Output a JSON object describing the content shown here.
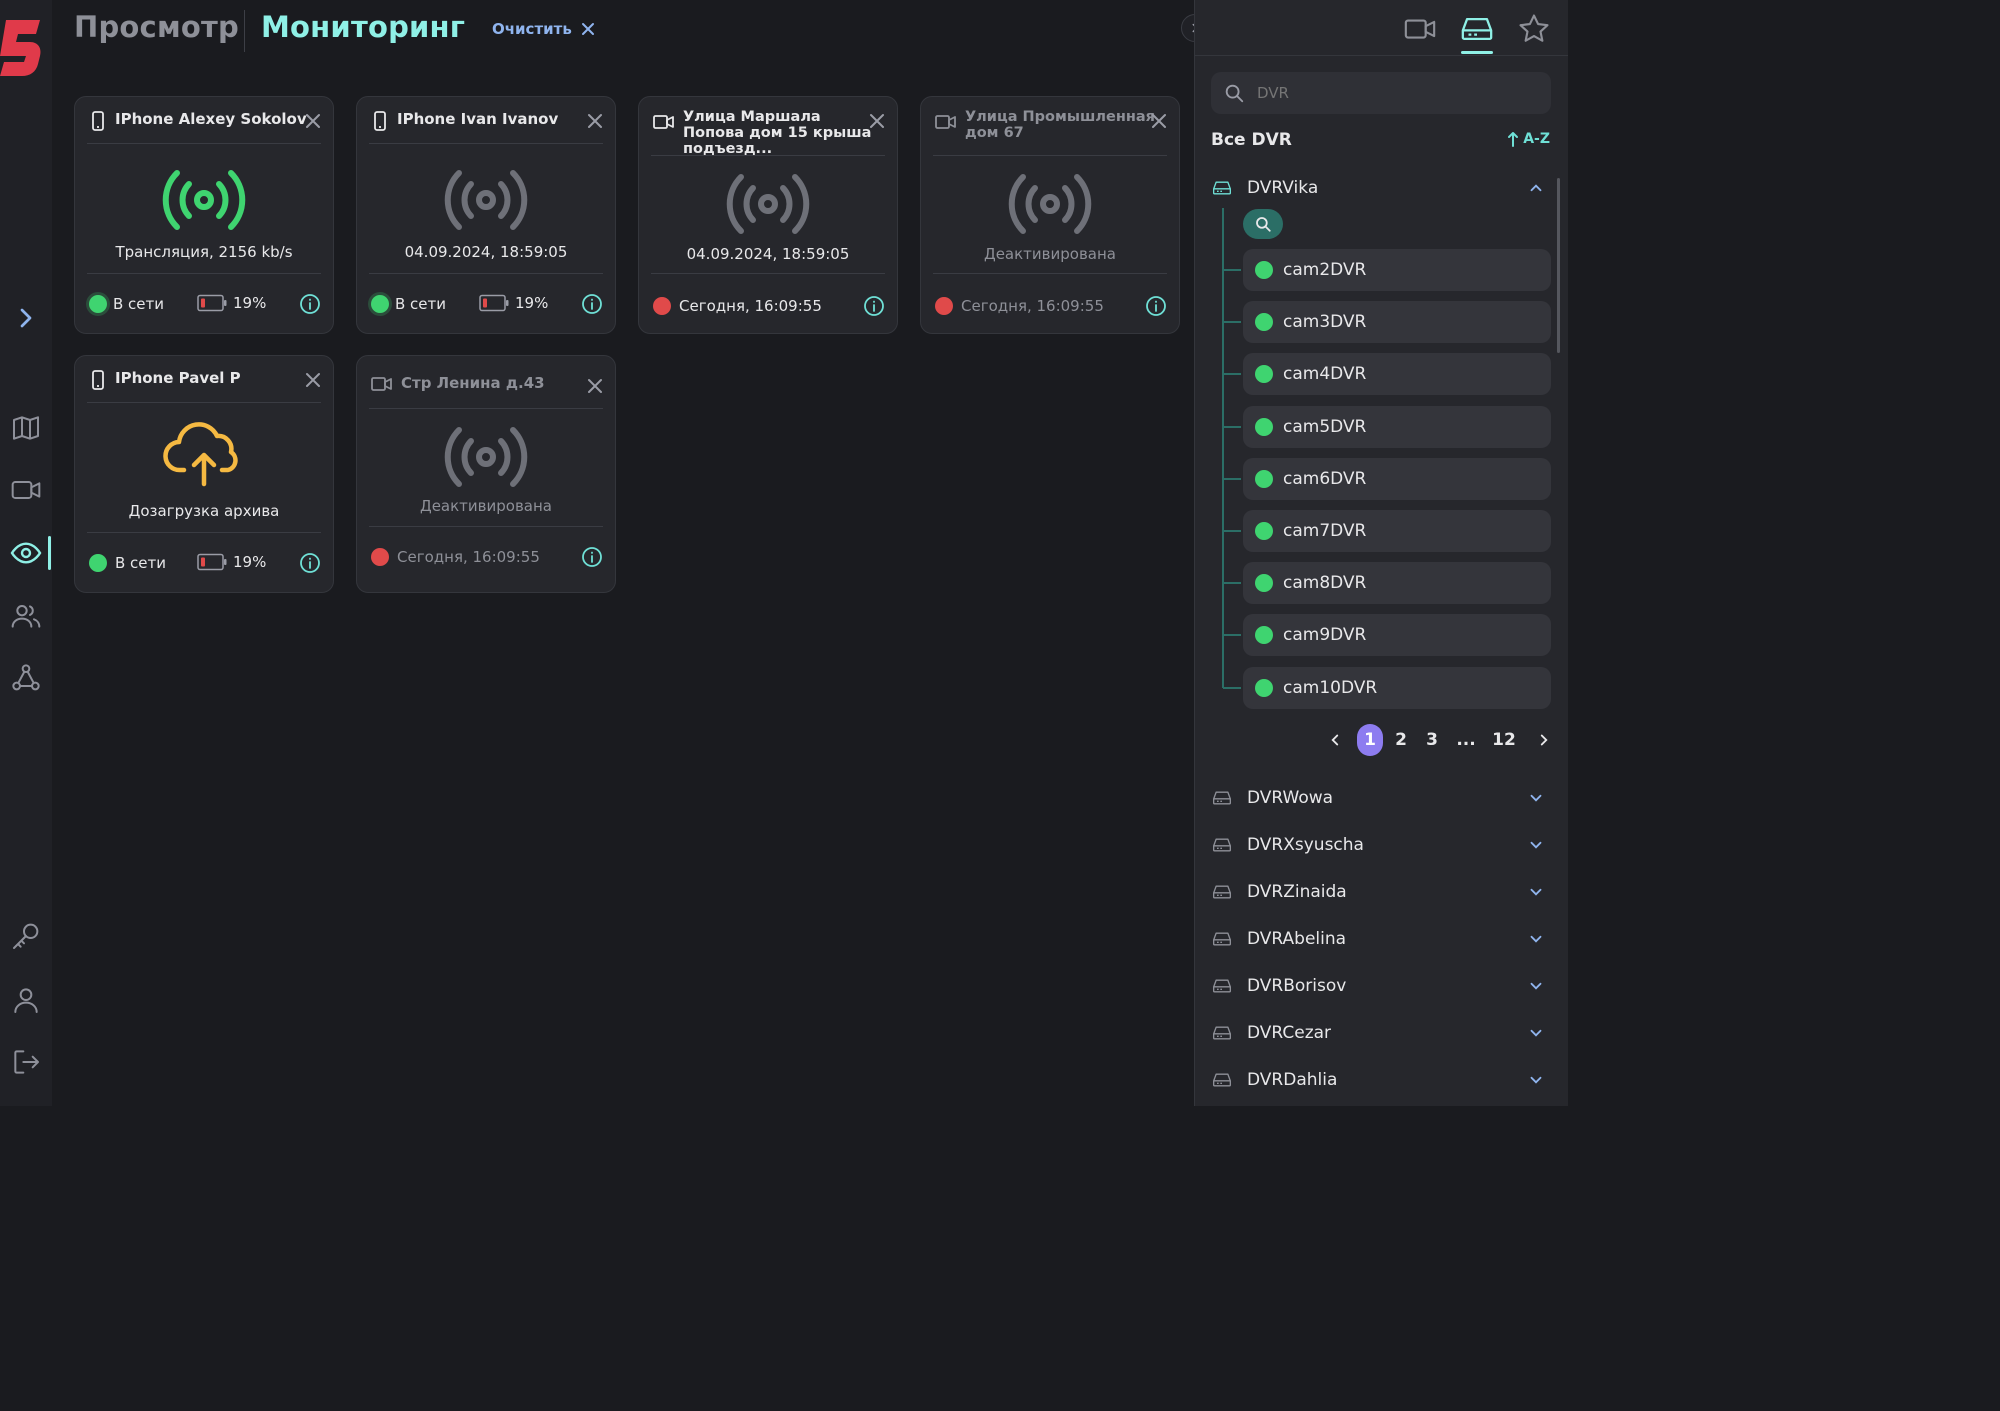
{
  "header": {
    "tab_view": "Просмотр",
    "tab_monitoring": "Мониторинг",
    "clear_label": "Очистить"
  },
  "cards": [
    {
      "title": "IPhone Alexey Sokolov",
      "status": "Трансляция, 2156 kb/s",
      "network": "В сети",
      "battery": "19%",
      "icon_color": "#3fd470"
    },
    {
      "title": "IPhone Ivan Ivanov",
      "status": "04.09.2024, 18:59:05",
      "network": "В сети",
      "battery": "19%"
    },
    {
      "title": "Улица Маршала Попова дом 15 крыша подъезд...",
      "status": "04.09.2024, 18:59:05",
      "last_seen": "Сегодня, 16:09:55"
    },
    {
      "title": "Улица Промышленная дом 67",
      "status": "Деактивирована",
      "last_seen": "Сегодня, 16:09:55"
    },
    {
      "title": "IPhone Pavel P",
      "status": "Дозагрузка архива",
      "network": "В сети",
      "battery": "19%",
      "icon_color": "#f5b942"
    },
    {
      "title": "Стр Ленина д.43",
      "status": "Деактивирована",
      "last_seen": "Сегодня, 16:09:55"
    }
  ],
  "panel": {
    "search_placeholder": "DVR",
    "section_title": "Все DVR",
    "sort_label": "A-Z",
    "open_dvr": "DVRVika",
    "cameras": [
      "cam2DVR",
      "cam3DVR",
      "cam4DVR",
      "cam5DVR",
      "cam6DVR",
      "cam7DVR",
      "cam8DVR",
      "cam9DVR",
      "cam10DVR"
    ],
    "pagination": {
      "pages": [
        "1",
        "2",
        "3",
        "...",
        "12"
      ],
      "current": "1"
    },
    "dvrs": [
      "DVRWowa",
      "DVRXsyuscha",
      "DVRZinaida",
      "DVRAbelina",
      "DVRBorisov",
      "DVRCezar",
      "DVRDahlia"
    ]
  },
  "colors": {
    "accent": "#8ff0e6",
    "online": "#3fd470",
    "offline": "#e04a4a",
    "upload": "#f5b942",
    "page_active": "#8d7cf0"
  }
}
